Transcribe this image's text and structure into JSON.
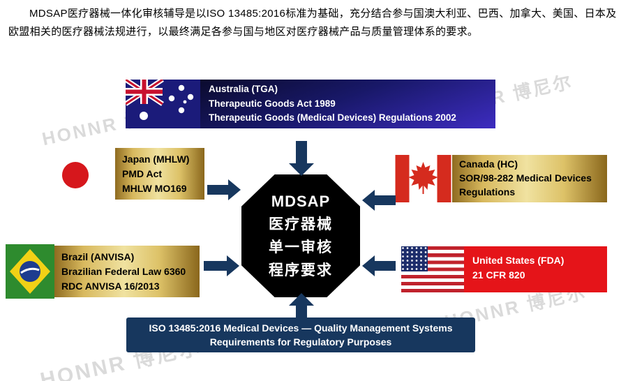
{
  "intro": {
    "text": "MDSAP医疗器械一体化审核辅导是以ISO 13485:2016标准为基础，充分结合参与国澳大利亚、巴西、加拿大、美国、日本及欧盟相关的医疗器械法规进行，以最终满足各参与国与地区对医疗器械产品与质量管理体系的要求。"
  },
  "center": {
    "line1": "MDSAP",
    "line2": "医疗器械",
    "line3": "单一审核",
    "line4": "程序要求"
  },
  "boxes": {
    "australia": {
      "title": "Australia (TGA)",
      "line1": "Therapeutic Goods Act 1989",
      "line2": "Therapeutic Goods (Medical Devices) Regulations 2002"
    },
    "japan": {
      "title": "Japan (MHLW)",
      "line1": "PMD Act",
      "line2": "MHLW MO169"
    },
    "canada": {
      "title": "Canada (HC)",
      "line1": "SOR/98-282 Medical Devices",
      "line2": "Regulations"
    },
    "brazil": {
      "title": "Brazil (ANVISA)",
      "line1": "Brazilian Federal Law 6360",
      "line2": "RDC ANVISA 16/2013"
    },
    "usa": {
      "title": "United States (FDA)",
      "line1": "21 CFR 820"
    }
  },
  "footer": {
    "line1": "ISO 13485:2016 Medical Devices — Quality Management Systems",
    "line2": "Requirements for Regulatory Purposes"
  },
  "watermark": {
    "text": "HONNR 博尼尔"
  },
  "colors": {
    "navy": "#17375e",
    "gold_dark": "#8f6b20",
    "gold_light": "#f0e2a0",
    "us_red": "#e51419",
    "australia_purple_blue": "#3d2cc0",
    "octagon_black": "#000000",
    "japan_red": "#d6171c"
  }
}
